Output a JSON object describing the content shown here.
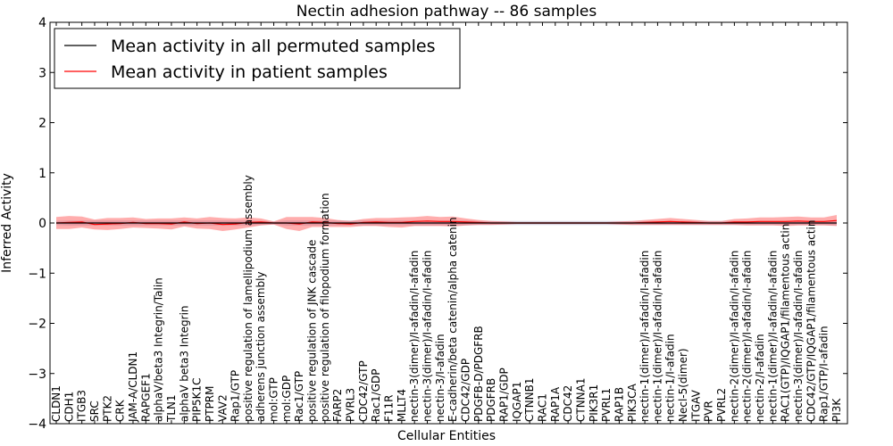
{
  "chart_data": {
    "type": "line",
    "title": "Nectin adhesion pathway -- 86 samples",
    "xlabel": "Cellular Entities",
    "ylabel": "Inferred Activity",
    "ylim": [
      -4,
      4
    ],
    "yticks": [
      -4,
      -3,
      -2,
      -1,
      0,
      1,
      2,
      3,
      4
    ],
    "grid": false,
    "legend_position": "top-left",
    "categories": [
      "CLDN1",
      "CDH1",
      "ITGB3",
      "SRC",
      "PTK2",
      "CRK",
      "JAM-A/CLDN1",
      "RAPGEF1",
      "alphaV/beta3 Integrin/Talin",
      "TLN1",
      "alphaV beta3 Integrin",
      "PIP5K1C",
      "PTPRM",
      "VAV2",
      "Rap1/GTP",
      "positive regulation of lamellipodium assembly",
      "adherens junction assembly",
      "mol:GTP",
      "mol:GDP",
      "Rac1/GTP",
      "positive regulation of JNK cascade",
      "positive regulation of filopodium formation",
      "FARP2",
      "PVRL3",
      "CDC42/GTP",
      "Rac1/GDP",
      "F11R",
      "MLLT4",
      "nectin-3(dimer)/I-afadin/I-afadin",
      "nectin-3(dimer)/I-afadin/I-afadin",
      "nectin-3/I-afadin",
      "E-cadherin/beta catenin/alpha catenin",
      "CDC42/GDP",
      "PDGFB-D/PDGFRB",
      "PDGFRB",
      "RAP1/GDP",
      "IQGAP1",
      "CTNNB1",
      "RAC1",
      "RAP1A",
      "CDC42",
      "CTNNA1",
      "PIK3R1",
      "PVRL1",
      "RAP1B",
      "PIK3CA",
      "nectin-1(dimer)/I-afadin/I-afadin",
      "nectin-1(dimer)/I-afadin/I-afadin",
      "nectin-1/I-afadin",
      "Necl-5(dimer)",
      "ITGAV",
      "PVR",
      "PVRL2",
      "nectin-2(dimer)/I-afadin/I-afadin",
      "nectin-2(dimer)/I-afadin/I-afadin",
      "nectin-2/I-afadin",
      "nectin-1(dimer)/I-afadin/I-afadin",
      "RAC1(GTP)/IQGAP1/filamentous actin",
      "nectin-3(dimer)/I-afadin/I-afadin",
      "CDC42/GTP/IQGAP1/filamentous actin",
      "Rap1/GTP/I-afadin",
      "PI3K"
    ],
    "series": [
      {
        "name": "Mean activity in all permuted samples",
        "color": "#000000",
        "values": [
          0,
          0,
          0,
          0,
          0,
          0,
          0,
          0,
          0,
          0,
          0,
          0,
          0,
          0,
          0,
          0,
          0,
          0,
          0,
          0,
          0,
          0,
          0,
          0,
          0,
          0,
          0,
          0,
          0,
          0,
          0,
          0,
          0,
          0,
          0,
          0,
          0,
          0,
          0,
          0,
          0,
          0,
          0,
          0,
          0,
          0,
          0,
          0,
          0,
          0,
          0,
          0,
          0,
          0,
          0,
          0,
          0,
          0,
          0,
          0,
          0,
          0
        ]
      },
      {
        "name": "Mean activity in patient samples",
        "color": "#ff0000",
        "values": [
          0,
          0.01,
          0.02,
          -0.03,
          -0.02,
          -0.01,
          0.01,
          -0.01,
          -0.01,
          -0.02,
          0.02,
          -0.01,
          0,
          -0.03,
          -0.02,
          0.01,
          0.02,
          0,
          0,
          -0.02,
          0.02,
          0.01,
          -0.01,
          -0.02,
          0.01,
          0.02,
          0.01,
          0.01,
          0.03,
          0.04,
          0.03,
          0.03,
          0.02,
          0.01,
          0,
          0,
          0,
          0,
          0,
          0,
          0,
          0,
          0,
          0,
          0,
          0,
          0.01,
          0.02,
          0.03,
          0.02,
          0.01,
          0,
          0,
          0.02,
          0.02,
          0.03,
          0.03,
          0.03,
          0.04,
          0.03,
          0.03,
          0.05
        ]
      }
    ],
    "patient_band_halfwidth": [
      0.12,
      0.13,
      0.11,
      0.1,
      0.12,
      0.11,
      0.1,
      0.09,
      0.1,
      0.11,
      0.09,
      0.1,
      0.12,
      0.13,
      0.11,
      0.1,
      0.07,
      0.03,
      0.12,
      0.14,
      0.1,
      0.09,
      0.07,
      0.06,
      0.07,
      0.08,
      0.09,
      0.1,
      0.09,
      0.1,
      0.09,
      0.1,
      0.07,
      0.05,
      0.04,
      0.03,
      0.02,
      0.02,
      0.02,
      0.02,
      0.02,
      0.02,
      0.02,
      0.02,
      0.03,
      0.04,
      0.05,
      0.06,
      0.07,
      0.06,
      0.05,
      0.04,
      0.04,
      0.06,
      0.07,
      0.08,
      0.08,
      0.09,
      0.09,
      0.08,
      0.08,
      0.11
    ],
    "permuted_band_halfwidth": [
      0.04,
      0.05,
      0.05,
      0.05,
      0.05,
      0.05,
      0.05,
      0.05,
      0.05,
      0.05,
      0.05,
      0.05,
      0.05,
      0.05,
      0.05,
      0.05,
      0.04,
      0.03,
      0.05,
      0.05,
      0.05,
      0.05,
      0.05,
      0.05,
      0.05,
      0.05,
      0.05,
      0.05,
      0.05,
      0.05,
      0.05,
      0.05,
      0.05,
      0.04,
      0.04,
      0.04,
      0.04,
      0.04,
      0.04,
      0.04,
      0.04,
      0.04,
      0.04,
      0.04,
      0.04,
      0.04,
      0.04,
      0.04,
      0.04,
      0.04,
      0.04,
      0.04,
      0.04,
      0.04,
      0.04,
      0.04,
      0.04,
      0.04,
      0.04,
      0.04,
      0.04,
      0.05
    ]
  }
}
